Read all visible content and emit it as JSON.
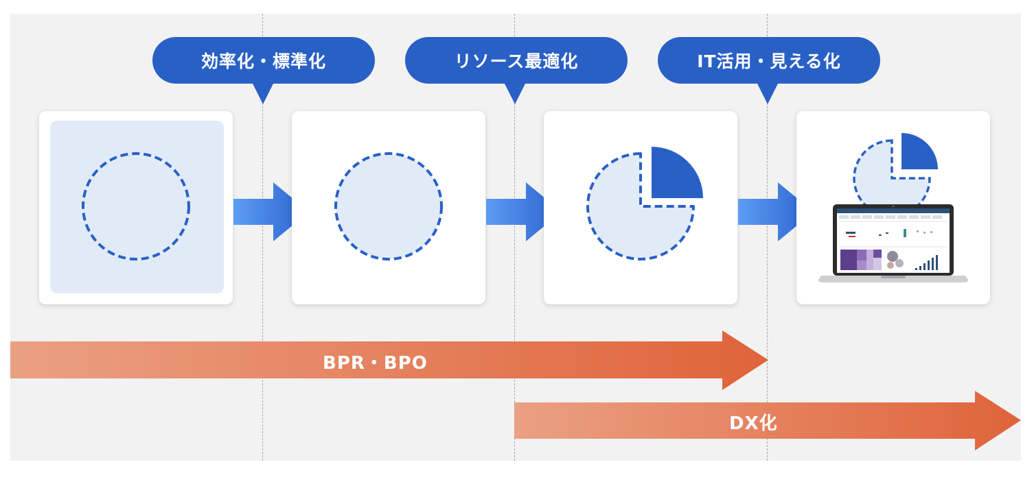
{
  "colors": {
    "background": "#f2f2f2",
    "bubble": "#2960c6",
    "circle_stroke": "#2960c6",
    "circle_fill": "#e1ebf7",
    "band_start": "#eaa083",
    "band_end": "#e0633a",
    "arrow_start": "#5d9cf5",
    "arrow_end": "#2a63cd"
  },
  "phases": [
    {
      "label": "効率化・標準化"
    },
    {
      "label": "リソース最適化"
    },
    {
      "label": "IT活用・見える化"
    }
  ],
  "cards": [
    {
      "icon": "dashed-circle-icon"
    },
    {
      "icon": "dashed-circle-icon"
    },
    {
      "icon": "pie-quarter-split-icon"
    },
    {
      "icon": "laptop-dashboard-icon"
    }
  ],
  "bands": {
    "bpr": {
      "label": "BPR・BPO"
    },
    "dx": {
      "label": "DX化"
    }
  }
}
